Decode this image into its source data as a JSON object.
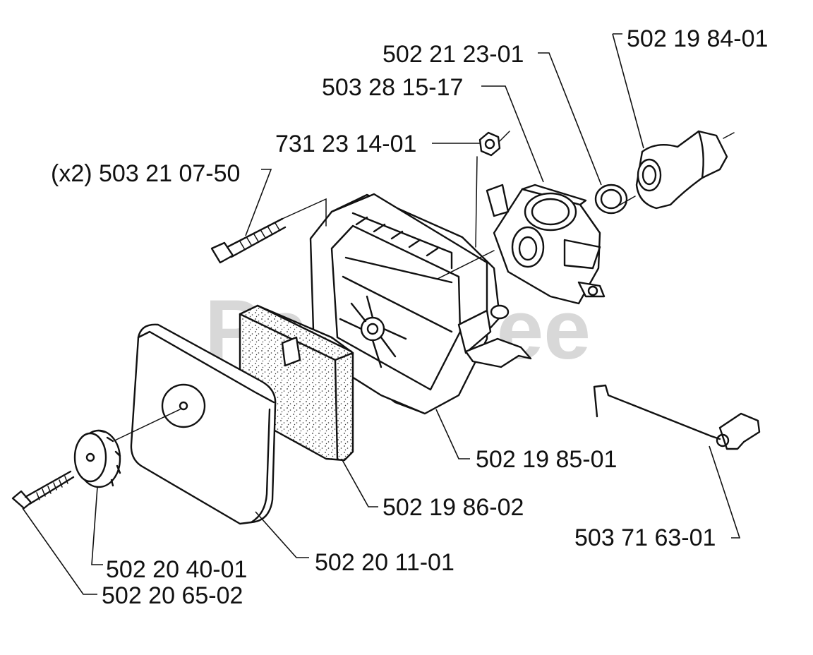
{
  "watermark": "PartsTree",
  "labels": {
    "adapter": "502 19 84-01",
    "gasket": "502 21 23-01",
    "carburetor": "503 28 15-17",
    "nut": "731 23 14-01",
    "screws_x2": "(x2) 503 21 07-50",
    "carb_housing": "502 19 85-01",
    "filter_foam": "502 19 86-02",
    "choke_rod": "503 71 63-01",
    "knob": "502 20 40-01",
    "filter_cover": "502 20 11-01",
    "long_screw": "502 20 65-02"
  }
}
